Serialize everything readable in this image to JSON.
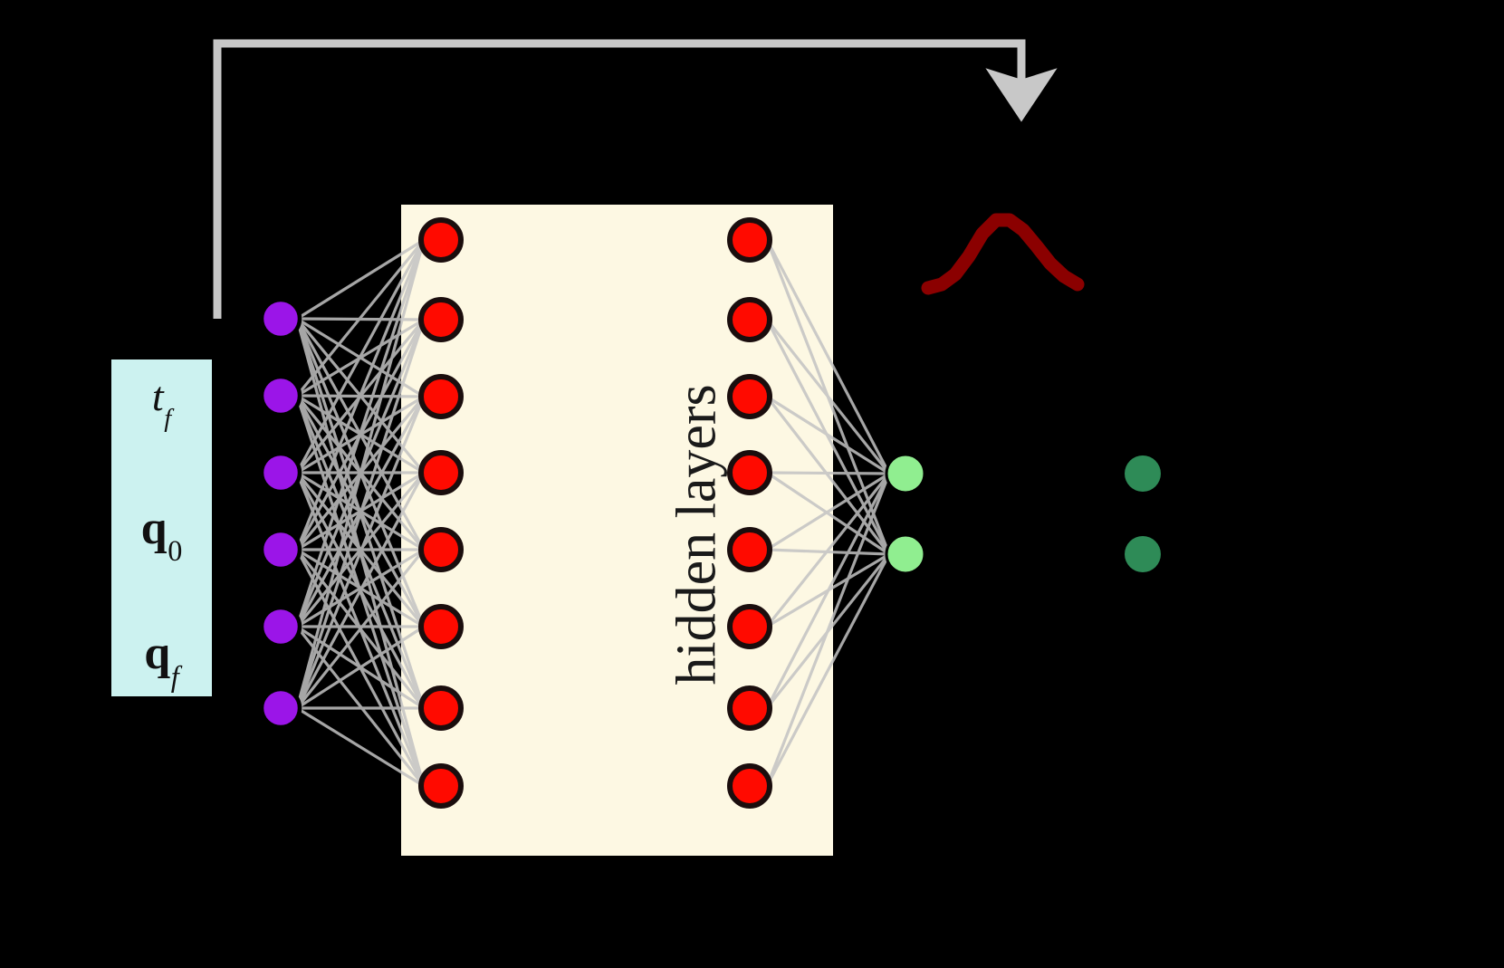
{
  "diagram": {
    "title": "neural-network-trajectory-diagram",
    "background_color": "#000000",
    "feedback_arrow": {
      "name": "feedback-loop-arrow",
      "color": "#C8C8C8",
      "description": "loop from input stack up and over to the right, arrowhead pointing down"
    },
    "input_box": {
      "label_tf": "t",
      "label_tf_sub": "f",
      "label_q0": "q",
      "label_q0_sub": "0",
      "label_qf": "q",
      "label_qf_sub": "f",
      "fill_color": "#CCF2F0"
    },
    "hidden_panel": {
      "label": "hidden layers",
      "fill_color": "#FDF8E3"
    },
    "layers": {
      "input_nodes": {
        "name": "input-layer-nodes",
        "count": 6,
        "color": "#9B15E8",
        "outline": "#000000"
      },
      "hidden_layer_1_nodes": {
        "name": "hidden-layer-1-nodes",
        "count": 8,
        "color": "#FF0A00",
        "outline": "#1a0d0d"
      },
      "hidden_layer_2_nodes": {
        "name": "hidden-layer-2-nodes",
        "count": 8,
        "color": "#FF0A00",
        "outline": "#1a0d0d"
      },
      "output_nodes": {
        "name": "output-layer-nodes",
        "count": 2,
        "color": "#90EE90",
        "outline": "#000000"
      },
      "result_nodes": {
        "name": "result-nodes",
        "count": 2,
        "color": "#2E8B57",
        "outline": "none"
      }
    },
    "edges": {
      "color": "#C3C3C3",
      "opacity": 0.85
    },
    "distribution_curve": {
      "name": "probability-distribution-curve",
      "color": "#8B0000",
      "shape": "bell"
    }
  },
  "chart_data": {
    "type": "line",
    "title": "hidden layers",
    "series": [
      {
        "name": "distribution-curve",
        "x": [
          1025,
          1040,
          1055,
          1070,
          1085,
          1100,
          1115,
          1130,
          1145,
          1160,
          1175,
          1190
        ],
        "values": [
          318,
          314,
          303,
          283,
          258,
          243,
          243,
          254,
          272,
          291,
          305,
          314
        ]
      }
    ],
    "xlabel": "",
    "ylabel": "",
    "legend_position": "none",
    "grid": false
  }
}
